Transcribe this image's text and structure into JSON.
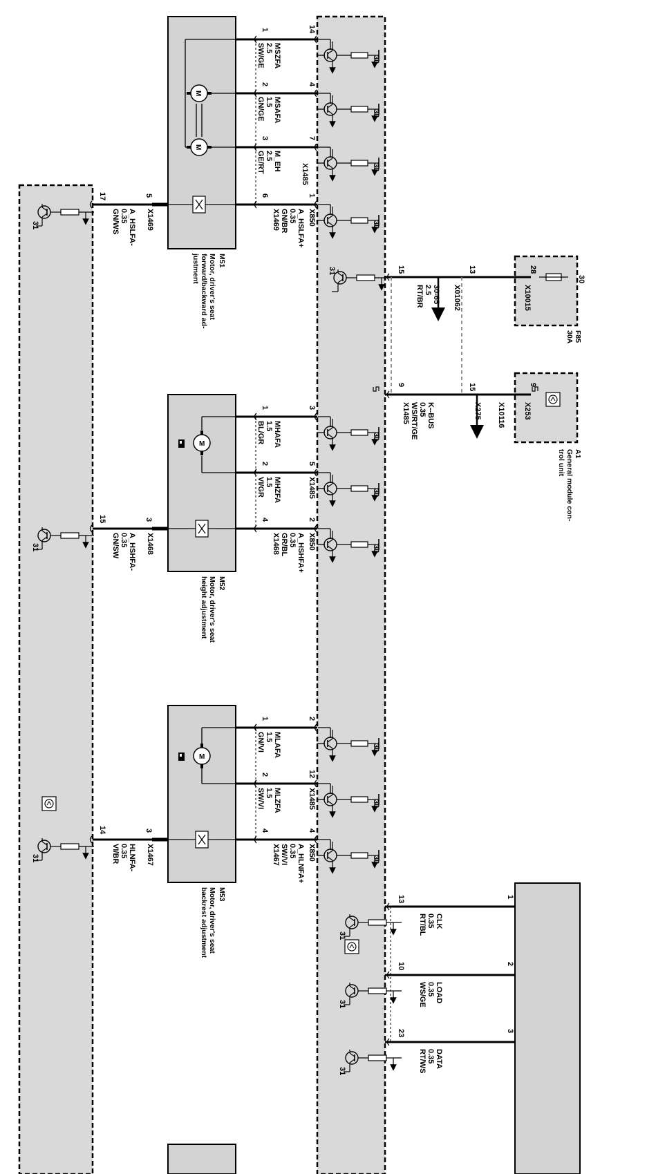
{
  "diagram": {
    "ground_label": "31",
    "supply_label": "30",
    "components": {
      "m51": {
        "code": "M51",
        "description_line1": "Motor, driver's seat",
        "description_line2": "forward/backward ad-",
        "description_line3": "justment"
      },
      "m52": {
        "code": "M52",
        "description_line1": "Motor, driver's seat",
        "description_line2": "height adjustment"
      },
      "m53": {
        "code": "M53",
        "description_line1": "Motor, driver's seat",
        "description_line2": "backrest adjustment"
      },
      "f85": {
        "code": "F85",
        "rating": "30A",
        "connector": "X10015",
        "pin": "28",
        "supply": "30"
      },
      "a1": {
        "code": "A1",
        "description_line1": "General module con-",
        "description_line2": "trol unit",
        "connector": "X253",
        "pin": "9"
      }
    },
    "m51_wires": [
      {
        "pin_motor": "1",
        "pin_module": "14",
        "signal": "MSZFA",
        "size": "2.5",
        "color": "SW/GE"
      },
      {
        "pin_motor": "2",
        "pin_module": "4",
        "signal": "MSAFA",
        "size": "1.5",
        "color": "GN/GE"
      },
      {
        "pin_motor": "3",
        "pin_module": "7",
        "signal": "M_EH",
        "size": "2.5",
        "color": "GE/RT",
        "module_connector": "X1485"
      },
      {
        "pin_motor": "6",
        "pin_module": "1",
        "signal": "A_HSLFA+",
        "size": "0.35",
        "color": "GN/BR",
        "module_connector": "X850",
        "motor_connector": "X1469"
      }
    ],
    "m51_sensor_wire": {
      "pin_motor": "5",
      "pin_module": "17",
      "signal": "A_HSLFA-",
      "size": "0.35",
      "color": "GN/WS",
      "connector": "X1469"
    },
    "m52_wires": [
      {
        "pin_motor": "1",
        "pin_module": "3",
        "signal": "MHAFA",
        "size": "1.5",
        "color": "BL/GR"
      },
      {
        "pin_motor": "2",
        "pin_module": "5",
        "signal": "MHZFA",
        "size": "1.5",
        "color": "VI/GR",
        "module_connector": "X1485"
      },
      {
        "pin_motor": "4",
        "pin_module": "2",
        "signal": "A_HSHFA+",
        "size": "0.35",
        "color": "GR/BL",
        "module_connector": "X850",
        "motor_connector": "X1468"
      }
    ],
    "m52_sensor_wire": {
      "pin_motor": "3",
      "pin_module": "15",
      "signal": "A_HSHFA-",
      "size": "0.35",
      "color": "GN/SW",
      "connector": "X1468"
    },
    "m53_wires": [
      {
        "pin_motor": "1",
        "pin_module": "2",
        "signal": "MLAFA",
        "size": "1.5",
        "color": "GN/VI"
      },
      {
        "pin_motor": "2",
        "pin_module": "12",
        "signal": "MLZFA",
        "size": "1.5",
        "color": "SW/VI",
        "module_connector": "X1485"
      },
      {
        "pin_motor": "4",
        "pin_module": "4",
        "signal": "A_HLNFA+",
        "size": "0.35",
        "color": "SW/VI",
        "module_connector": "X850",
        "motor_connector": "X1467"
      }
    ],
    "m53_sensor_wire": {
      "pin_motor": "3",
      "pin_module": "14",
      "signal": "HLNFA-",
      "size": "0.35",
      "color": "VI/BR",
      "connector": "X1467"
    },
    "power_wire": {
      "pin_module": "15",
      "pin_splice": "13",
      "signal": "30-65",
      "size": "2.5",
      "color": "RT/BR",
      "splice": "X01062"
    },
    "kbus_wire": {
      "pin_module": "9",
      "pin_splice": "15",
      "pin_a1": "9",
      "signal": "K--BUS",
      "size": "0.35",
      "color": "WS/RT/GE",
      "module_connector": "X1485",
      "splice_a": "X275",
      "splice_b": "X10116"
    },
    "bus_wires": [
      {
        "pin_module": "13",
        "pin_ecu": "1",
        "signal": "CLK",
        "size": "0.35",
        "color": "RT/BL"
      },
      {
        "pin_module": "10",
        "pin_ecu": "2",
        "signal": "LOAD",
        "size": "0.35",
        "color": "WS/GE"
      },
      {
        "pin_module": "23",
        "pin_ecu": "3",
        "signal": "DATA",
        "size": "0.35",
        "color": "RT/WS"
      }
    ]
  }
}
